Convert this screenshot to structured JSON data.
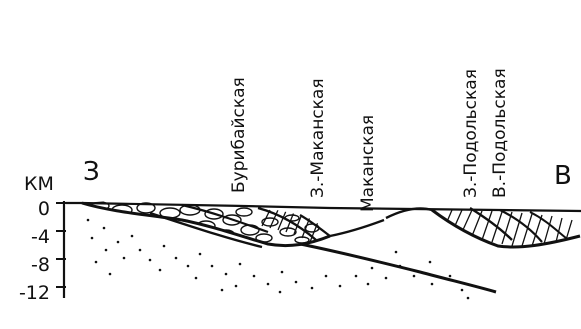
{
  "profile": {
    "side_labels": {
      "west": "З",
      "east": "В"
    },
    "depth_axis": {
      "unit": "КМ",
      "ticks": [
        "0",
        "-4",
        "-8",
        "-12"
      ]
    },
    "structures": [
      "Бурибайская",
      "З.-Маканская",
      "Маканская",
      "З.-Подольская",
      "В.-Подольская"
    ]
  }
}
